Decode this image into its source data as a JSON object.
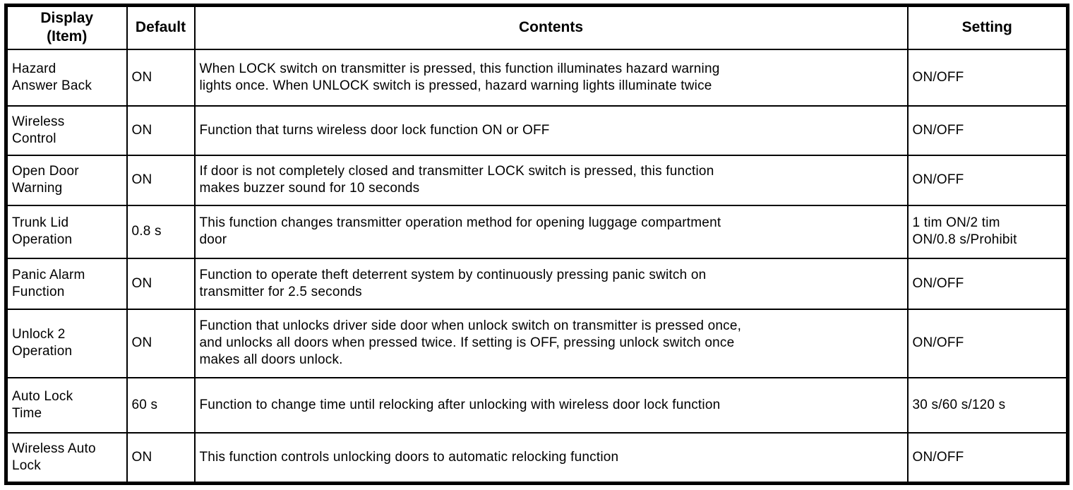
{
  "table": {
    "headers": {
      "display": "Display\n(Item)",
      "default": "Default",
      "contents": "Contents",
      "setting": "Setting"
    },
    "rows": [
      {
        "display": "Hazard\nAnswer Back",
        "default": "ON",
        "contents": "When LOCK switch on transmitter is pressed, this function illuminates hazard warning\nlights once. When UNLOCK switch is pressed, hazard warning lights illuminate twice",
        "setting": "ON/OFF"
      },
      {
        "display": "Wireless\nControl",
        "default": "ON",
        "contents": "Function that turns wireless door lock function ON or OFF",
        "setting": "ON/OFF"
      },
      {
        "display": "Open Door\nWarning",
        "default": "ON",
        "contents": "If door is not completely closed and transmitter LOCK switch is pressed, this function\nmakes buzzer sound for 10 seconds",
        "setting": "ON/OFF"
      },
      {
        "display": "Trunk Lid\nOperation",
        "default": "0.8 s",
        "contents": "This function changes transmitter operation method for opening luggage compartment\ndoor",
        "setting": "1 tim ON/2 tim\nON/0.8 s/Prohibit"
      },
      {
        "display": "Panic Alarm\nFunction",
        "default": "ON",
        "contents": "Function to operate theft deterrent system by continuously pressing panic switch on\ntransmitter for 2.5 seconds",
        "setting": "ON/OFF"
      },
      {
        "display": "Unlock 2\nOperation",
        "default": "ON",
        "contents": "Function that unlocks driver side door when unlock switch on transmitter is pressed once,\nand unlocks all doors when pressed twice. If setting is OFF, pressing unlock switch once\nmakes all doors unlock.",
        "setting": "ON/OFF"
      },
      {
        "display": "Auto Lock\nTime",
        "default": "60 s",
        "contents": "Function to change time until relocking after unlocking with wireless door lock function",
        "setting": "30 s/60 s/120 s"
      },
      {
        "display": "Wireless Auto\nLock",
        "default": "ON",
        "contents": "This function controls unlocking doors to automatic relocking function",
        "setting": "ON/OFF"
      }
    ]
  }
}
